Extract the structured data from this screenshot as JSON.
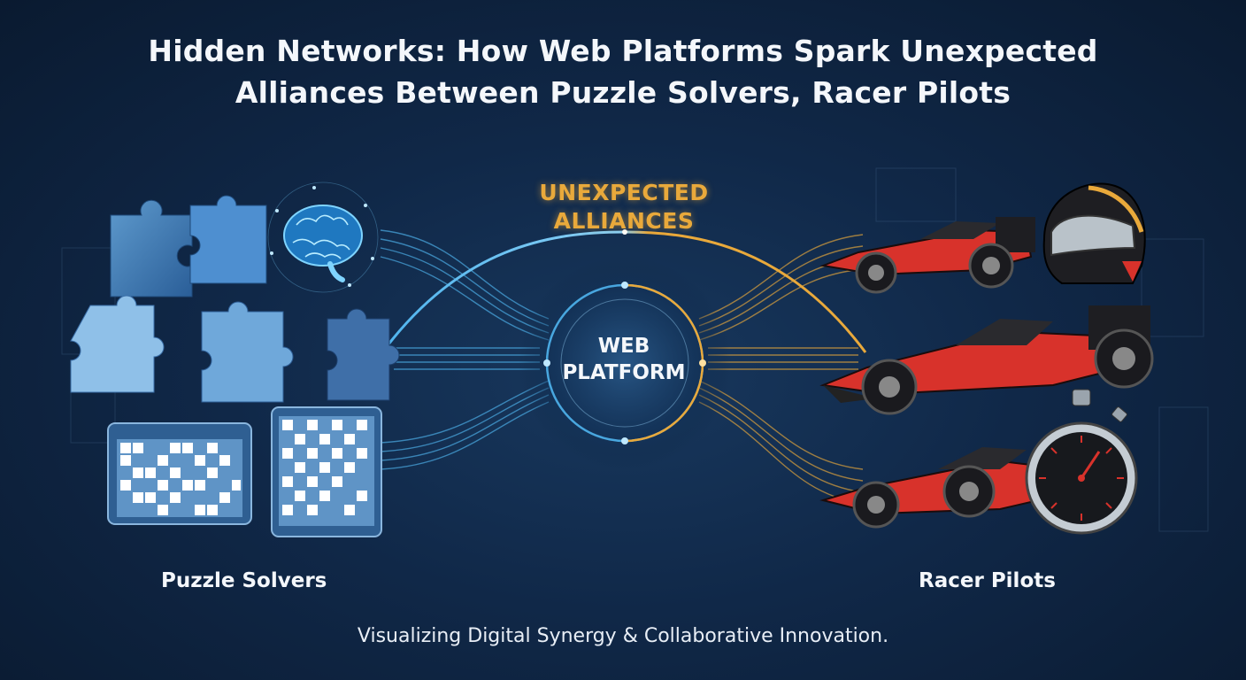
{
  "title": {
    "line1": "Hidden Networks: How Web Platforms Spark Unexpected",
    "line2": "Alliances Between Puzzle Solvers, Racer Pilots"
  },
  "banner": {
    "line1": "UNEXPECTED",
    "line2": "ALLIANCES"
  },
  "hub": {
    "line1": "WEB",
    "line2": "PLATFORM"
  },
  "left_group": {
    "label": "Puzzle Solvers"
  },
  "right_group": {
    "label": "Racer Pilots"
  },
  "caption": "Visualizing Digital Synergy & Collaborative Innovation.",
  "colors": {
    "background": "#0f2744",
    "left_flow": "#4fb4ee",
    "right_flow": "#e9a93b",
    "car_red": "#d8322b"
  },
  "icons": [
    "puzzle-piece-icon",
    "brain-icon",
    "crossword-tablet-icon",
    "race-car-icon",
    "helmet-icon",
    "stopwatch-icon"
  ]
}
